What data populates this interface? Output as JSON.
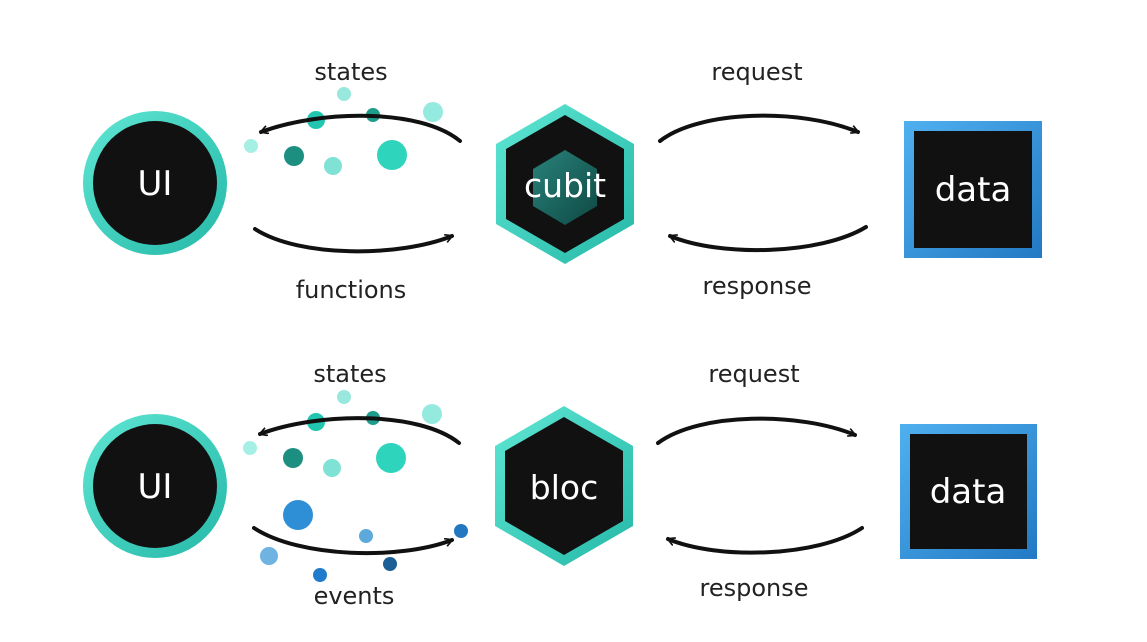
{
  "colors": {
    "teal": "#3ed7c3",
    "teal_dark": "#1fa597",
    "blue": "#2f8fd6",
    "blue_light": "#56b3ee",
    "node_fill": "#111111",
    "arrow": "#111111"
  },
  "diagrams": [
    {
      "ui": {
        "label": "UI"
      },
      "middle": {
        "label": "cubit",
        "shape": "hexagon"
      },
      "data": {
        "label": "data"
      },
      "states_label": "states",
      "input_label": "functions",
      "request_label": "request",
      "response_label": "response"
    },
    {
      "ui": {
        "label": "UI"
      },
      "middle": {
        "label": "bloc",
        "shape": "hexagon"
      },
      "data": {
        "label": "data"
      },
      "states_label": "states",
      "input_label": "events",
      "request_label": "request",
      "response_label": "response"
    }
  ]
}
